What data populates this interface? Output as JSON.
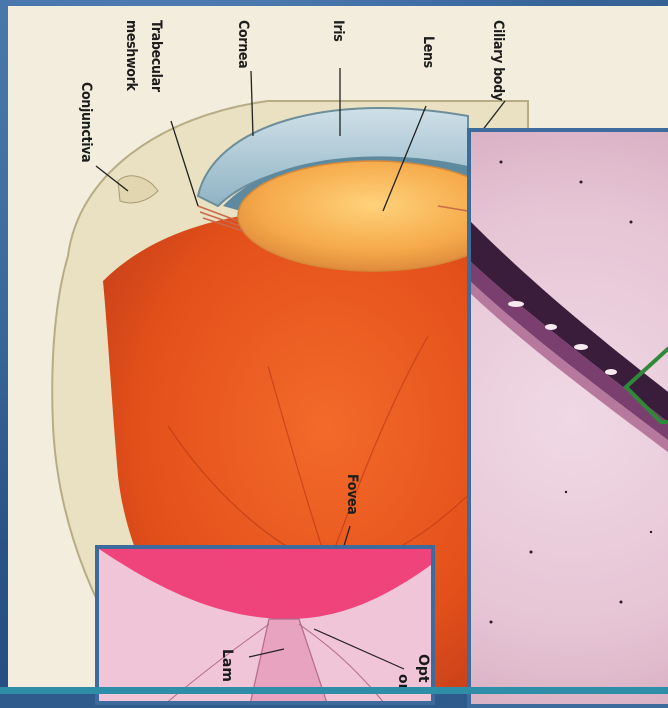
{
  "figure": {
    "labels": {
      "ciliary_body": "Ciliary body",
      "lens": "Lens",
      "iris": "Iris",
      "cornea": "Cornea",
      "trabecular_line1": "Trabecular",
      "trabecular_line2": "meshwork",
      "conjunctiva": "Conjunctiva",
      "fovea": "Fovea"
    },
    "fovea_inset": {
      "label_partial_1": "Lam",
      "label_partial_2": "Opt",
      "label_partial_3": "on"
    }
  },
  "colors": {
    "slide_background": "#2e5a8c",
    "inset_border": "#3d6c9c",
    "histology_box": "#2e8a3a",
    "retina": "#e8541c",
    "sclera": "#e9e1c2"
  }
}
